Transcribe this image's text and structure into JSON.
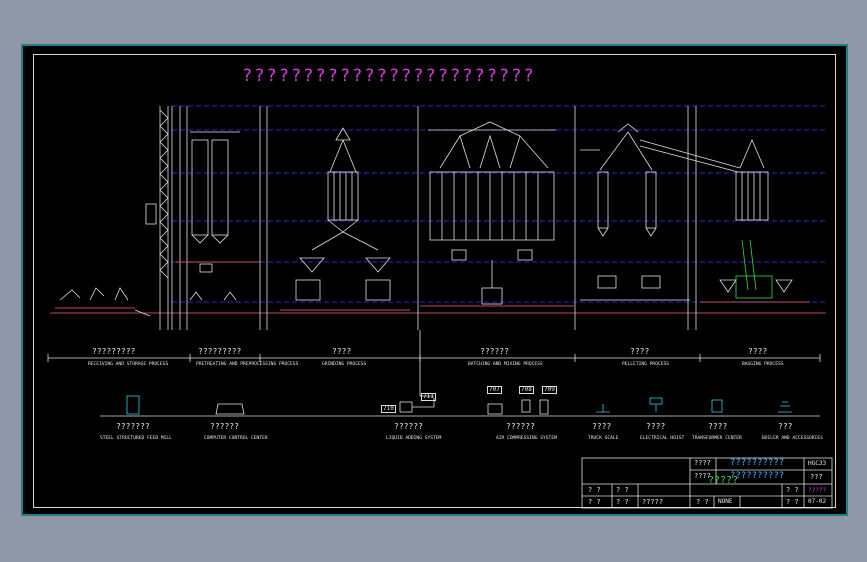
{
  "drawing": {
    "title": "????????????????????????"
  },
  "sections": [
    {
      "q": "?????????",
      "label": "RECEIVING AND STORAGE PROCESS"
    },
    {
      "q": "?????????",
      "label": "PRETREATING AND PREPROCESSING PROCESS"
    },
    {
      "q": "????",
      "label": "GRINDING PROCESS"
    },
    {
      "q": "??????",
      "label": "BATCHING AND MIXING PROCESS"
    },
    {
      "q": "????",
      "label": "PELLETING PROCESS"
    },
    {
      "q": "????",
      "label": "BAGGING PROCESS"
    }
  ],
  "equipment": [
    {
      "q": "???????",
      "label": "STEEL STRUCTURED FEED MILL"
    },
    {
      "q": "??????",
      "label": "COMPUTER CONTROL CENTER"
    },
    {
      "q": "??????",
      "label": "LIQUID ADDING SYSTEM"
    },
    {
      "q": "??????",
      "label": "AIR COMPRESSING SYSTEM"
    },
    {
      "q": "????",
      "label": "TRUCK SCALE"
    },
    {
      "q": "????",
      "label": "ELECTRICAL HOIST"
    },
    {
      "q": "????",
      "label": "TRANSFORMER CENTER"
    },
    {
      "q": "???",
      "label": "BOILER AND ACCESSORIES"
    }
  ],
  "callouts": {
    "c710": "710",
    "c711": "711",
    "c707": "707",
    "c708": "708",
    "c709": "709"
  },
  "title_block": {
    "r1c1": "????",
    "r1c2": "??????????",
    "r1c3": "HGC33",
    "r2c1": "????",
    "r2c2": "??????????",
    "r2c3": "???",
    "r3a1": "? ?",
    "r3a2": "? ?",
    "r3c1": "? ?",
    "r3c2": "?????",
    "r4a1": "? ?",
    "r4a2": "? ?",
    "r4c1": "?????",
    "r4c2": "? ?",
    "r4c3": "NONE",
    "r4c4": "? ?",
    "r4c5": "07-02",
    "green": "?????"
  }
}
